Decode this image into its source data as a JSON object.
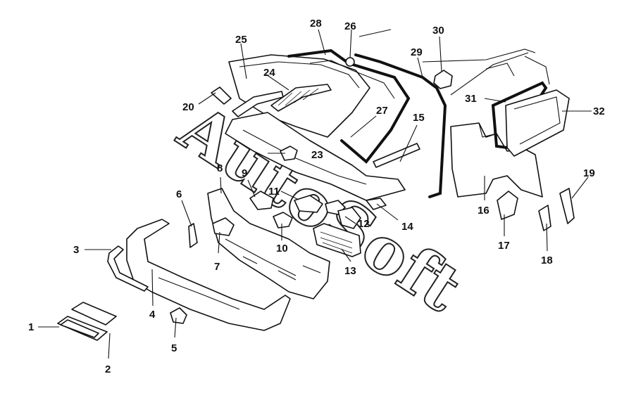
{
  "watermark": {
    "logo_text": "AutoSoft"
  },
  "callouts": [
    {
      "id": "c1",
      "label": "1"
    },
    {
      "id": "c2",
      "label": "2"
    },
    {
      "id": "c3",
      "label": "3"
    },
    {
      "id": "c4",
      "label": "4"
    },
    {
      "id": "c5",
      "label": "5"
    },
    {
      "id": "c6",
      "label": "6"
    },
    {
      "id": "c7",
      "label": "7"
    },
    {
      "id": "c8",
      "label": "8"
    },
    {
      "id": "c9",
      "label": "9"
    },
    {
      "id": "c10",
      "label": "10"
    },
    {
      "id": "c11",
      "label": "11"
    },
    {
      "id": "c12",
      "label": "12"
    },
    {
      "id": "c13",
      "label": "13"
    },
    {
      "id": "c14",
      "label": "14"
    },
    {
      "id": "c15",
      "label": "15"
    },
    {
      "id": "c16",
      "label": "16"
    },
    {
      "id": "c17",
      "label": "17"
    },
    {
      "id": "c18",
      "label": "18"
    },
    {
      "id": "c19",
      "label": "19"
    },
    {
      "id": "c20",
      "label": "20"
    },
    {
      "id": "c23",
      "label": "23"
    },
    {
      "id": "c24",
      "label": "24"
    },
    {
      "id": "c25",
      "label": "25"
    },
    {
      "id": "c26",
      "label": "26"
    },
    {
      "id": "c27",
      "label": "27"
    },
    {
      "id": "c28",
      "label": "28"
    },
    {
      "id": "c29",
      "label": "29"
    },
    {
      "id": "c30",
      "label": "30"
    },
    {
      "id": "c31",
      "label": "31"
    },
    {
      "id": "c32",
      "label": "32"
    }
  ]
}
